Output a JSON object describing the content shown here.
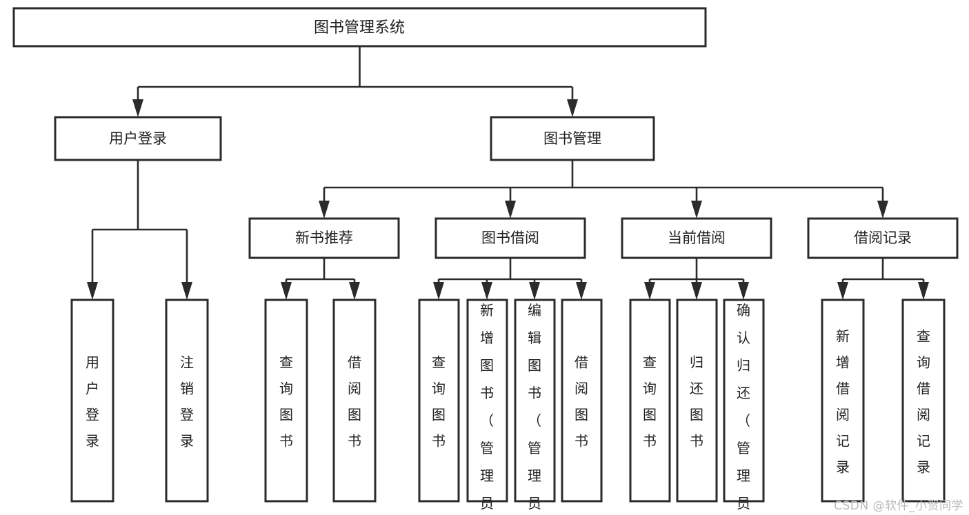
{
  "diagram": {
    "type": "tree",
    "title": "图书管理系统",
    "orientation": "top-down",
    "colors": {
      "stroke": "#2b2b2b",
      "fill": "#ffffff",
      "text": "#222222",
      "watermark": "#b9b9b9"
    }
  },
  "root": {
    "label": "图书管理系统"
  },
  "level2": [
    {
      "label": "用户登录"
    },
    {
      "label": "图书管理"
    }
  ],
  "level3": [
    {
      "label": "新书推荐"
    },
    {
      "label": "图书借阅"
    },
    {
      "label": "当前借阅"
    },
    {
      "label": "借阅记录"
    }
  ],
  "leaves": {
    "user_login": [
      {
        "label": "用户登录"
      },
      {
        "label": "注销登录"
      }
    ],
    "new_book": [
      {
        "label": "查询图书"
      },
      {
        "label": "借阅图书"
      }
    ],
    "book_borrow": [
      {
        "label": "查询图书"
      },
      {
        "label": "新增图书（管理员）"
      },
      {
        "label": "编辑图书（管理员）"
      },
      {
        "label": "借阅图书"
      }
    ],
    "current_borrow": [
      {
        "label": "查询图书"
      },
      {
        "label": "归还图书"
      },
      {
        "label": "确认归还（管理员）"
      }
    ],
    "borrow_record": [
      {
        "label": "新增借阅记录"
      },
      {
        "label": "查询借阅记录"
      }
    ]
  },
  "watermark": {
    "text": "CSDN @软件_小贺同学"
  }
}
